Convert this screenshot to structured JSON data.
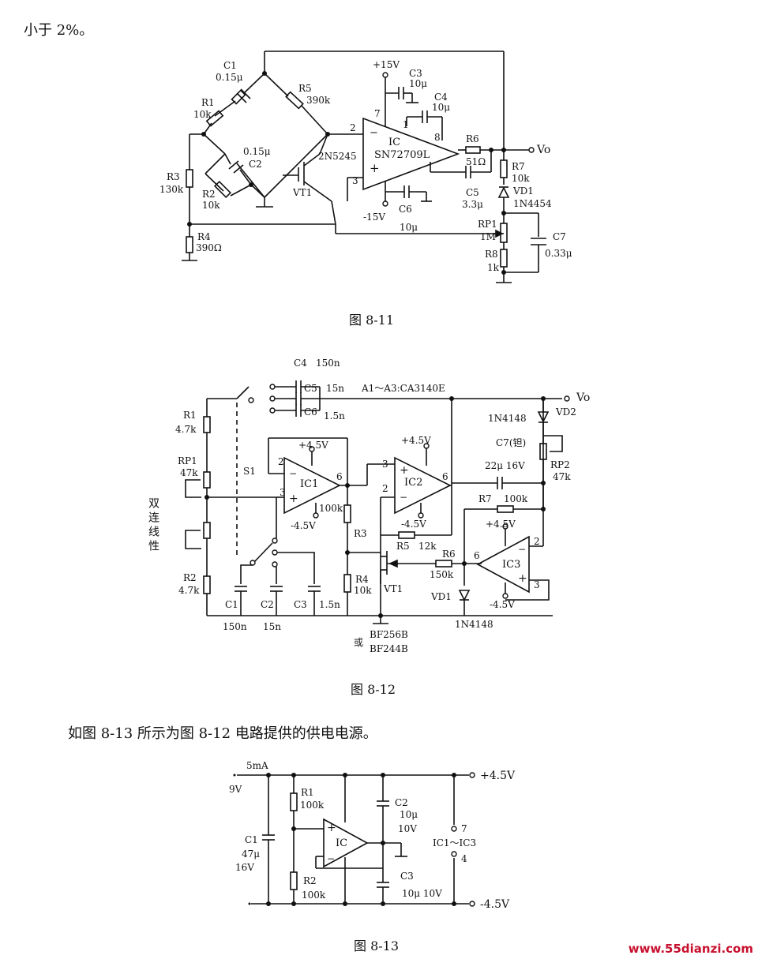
{
  "text": {
    "para_top": "小于 2%。",
    "para_mid": "如图 8-13 所示为图 8-12 电路提供的供电电源。",
    "watermark": "www.55dianzi.com"
  },
  "fig811": {
    "caption": "图 8-11",
    "labels": {
      "c1": "C1",
      "c1v": "0.15μ",
      "r1": "R1",
      "r1v": "10k",
      "r5": "R5",
      "r5v": "390k",
      "p15": "+15V",
      "c3": "C3",
      "c3v": "10μ",
      "c4": "C4",
      "c4v": "10μ",
      "pin7": "7",
      "pin1": "1",
      "pin8": "8",
      "pin2": "2",
      "pin3": "3",
      "ic": "IC",
      "icpart": "SN72709L",
      "r6": "R6",
      "r6v": "51Ω",
      "vo": "Vo",
      "r7": "R7",
      "r7v": "10k",
      "vd1": "VD1",
      "vd1p": "1N4454",
      "c2v": "0.15μ",
      "c2": "C2",
      "r3": "R3",
      "r3v": "130k",
      "r2": "R2",
      "r2v": "10k",
      "jfet": "2N5245",
      "vt1": "VT1",
      "c5": "C5",
      "c5v": "3.3μ",
      "m15": "-15V",
      "c6": "C6",
      "c6v": "10μ",
      "rp1": "RP1",
      "rp1v": "1M",
      "r8": "R8",
      "r8v": "1k",
      "c7": "C7",
      "c7v": "0.33μ",
      "r4": "R4",
      "r4v": "390Ω"
    }
  },
  "fig812": {
    "caption": "图 8-12",
    "labels": {
      "c4": "C4",
      "c4v": "150n",
      "c5": "C5",
      "c5v": "15n",
      "c6": "C6",
      "c6v": "1.5n",
      "amps": "A1～A3:CA3140E",
      "vo": "Vo",
      "r1": "R1",
      "r1v": "4.7k",
      "rp1": "RP1",
      "rp1v": "47k",
      "twin": "双连线性",
      "s1": "S1",
      "r2": "R2",
      "r2v": "4.7k",
      "vd2p": "1N4148",
      "vd2": "VD2",
      "c7": "C7(钽)",
      "c7v": "22μ 16V",
      "rp2": "RP2",
      "rp2v": "47k",
      "r7": "R7",
      "r7v": "100k",
      "p45": "+4.5V",
      "m45": "-4.5V",
      "ic1": "IC1",
      "ic2": "IC2",
      "ic3": "IC3",
      "r100k": "100k",
      "r3": "R3",
      "r4": "R4",
      "r4v": "10k",
      "r5": "R5",
      "r5v": "12k",
      "r6": "R6",
      "r6v": "150k",
      "vt1": "VT1",
      "vd1": "VD1",
      "vd1p": "1N4148",
      "c1": "C1",
      "c1v": "150n",
      "c2": "C2",
      "c2v": "15n",
      "c3": "C3",
      "c3v": "1.5n",
      "bf1": "BF256B",
      "or": "或",
      "bf2": "BF244B",
      "n2": "2",
      "n3": "3",
      "n6": "6"
    }
  },
  "fig813": {
    "caption": "图 8-13",
    "labels": {
      "i": "5mA",
      "v": "9V",
      "r1": "R1",
      "r1v": "100k",
      "c2": "C2",
      "c2v": "10μ",
      "c2vv": "10V",
      "c1": "C1",
      "c1v": "47μ",
      "c1vv": "16V",
      "ic": "IC",
      "r2": "R2",
      "r2v": "100k",
      "c3": "C3",
      "c3v": "10μ 10V",
      "p45": "+4.5V",
      "m45": "-4.5V",
      "ics": "IC1～IC3",
      "n7": "7",
      "n4": "4"
    }
  }
}
